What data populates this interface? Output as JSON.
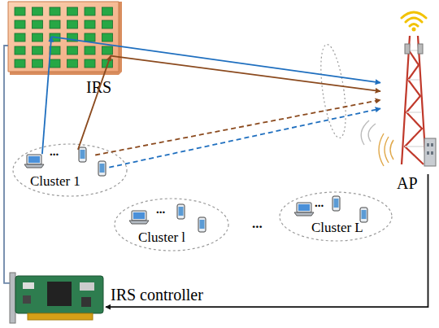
{
  "diagram": {
    "nodes": [
      {
        "text": [
          "IRS"
        ]
      },
      {
        "text": [
          "...",
          "Cluster 1"
        ]
      },
      {
        "text": [
          "...",
          "Cluster l"
        ]
      },
      {
        "text": [
          "...",
          "Cluster L"
        ]
      },
      {
        "text": [
          "AP"
        ]
      },
      {
        "text": [
          "IRS controller"
        ]
      }
    ],
    "edges": [
      {
        "from": 1,
        "to": 0,
        "arrow": "to"
      },
      {
        "from": 1,
        "to": 0,
        "arrow": "to"
      },
      {
        "from": 0,
        "to": 4,
        "arrow": "to"
      },
      {
        "from": 0,
        "to": 4,
        "arrow": "to"
      },
      {
        "from": 1,
        "to": 4,
        "arrow": "to"
      },
      {
        "from": 1,
        "to": 4,
        "arrow": "to"
      },
      {
        "from": 5,
        "to": 0,
        "arrow": "none"
      },
      {
        "from": 4,
        "to": 5,
        "arrow": "to"
      }
    ],
    "labels": [
      "..."
    ]
  }
}
